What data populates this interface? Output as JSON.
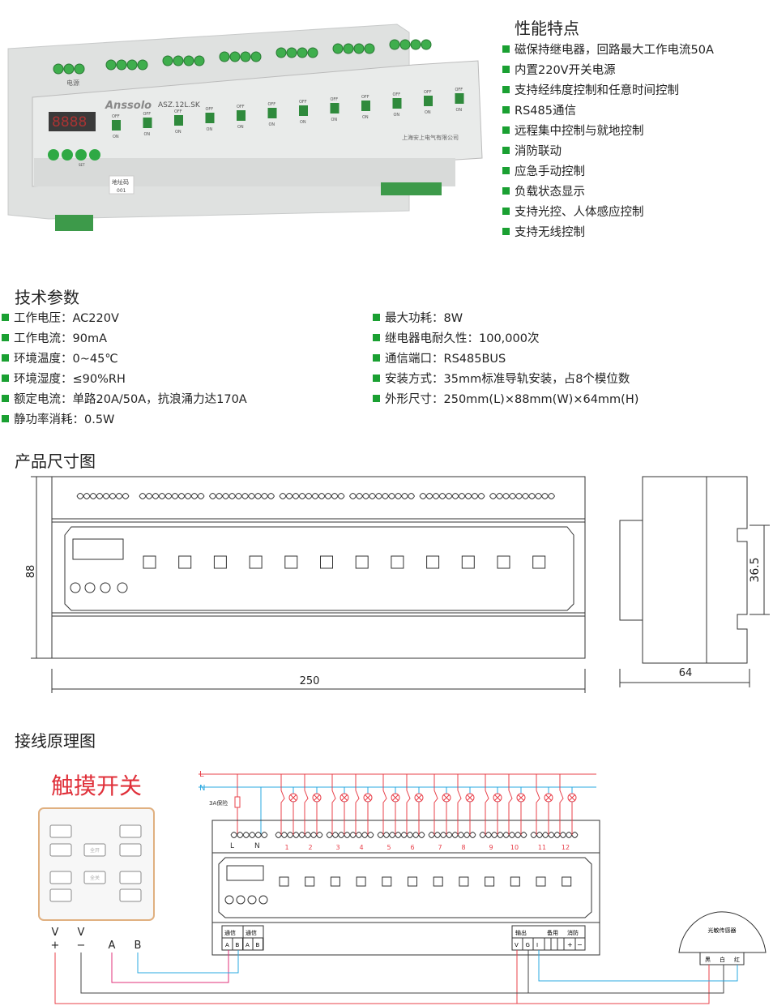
{
  "product": {
    "brand": "Anssolo",
    "model": "ASZ.12L.SK",
    "company": "上海安上电气有限公司",
    "address_label": "地址码",
    "address_value": "001",
    "power_label": "电源",
    "display": "8888",
    "off": "OFF",
    "on": "ON",
    "set": "SET"
  },
  "features": {
    "title": "性能特点",
    "items": [
      "磁保持继电器，回路最大工作电流50A",
      "内置220V开关电源",
      "支持经纬度控制和任意时间控制",
      "RS485通信",
      "远程集中控制与就地控制",
      "消防联动",
      "应急手动控制",
      "负载状态显示",
      "支持光控、人体感应控制",
      "支持无线控制"
    ]
  },
  "specs": {
    "title": "技术参数",
    "left": [
      "工作电压：AC220V",
      "工作电流：90mA",
      "环境温度：0~45℃",
      "环境湿度：≤90%RH",
      "额定电流：单路20A/50A，抗浪涌力达170A",
      "静功率消耗：0.5W"
    ],
    "right": [
      "最大功耗：8W",
      "继电器电耐久性：100,000次",
      "通信端口：RS485BUS",
      "安装方式：35mm标准导轨安装，占8个模位数",
      "外形尺寸：250mm(L)×88mm(W)×64mm(H)"
    ]
  },
  "dimensions": {
    "title": "产品尺寸图",
    "height": "88",
    "width": "250",
    "depth": "64",
    "rail": "36.5"
  },
  "wiring": {
    "title": "接线原理图",
    "switch_title": "触摸开关",
    "L": "L",
    "N": "N",
    "fuse": "3A保险",
    "channels": [
      "1",
      "2",
      "3",
      "4",
      "5",
      "6",
      "7",
      "8",
      "9",
      "10",
      "11",
      "12"
    ],
    "panel_terms": [
      "V",
      "V",
      "+",
      "−",
      "A",
      "B"
    ],
    "panel_buttons": [
      "全开",
      "全关"
    ],
    "comm": [
      "通信",
      "通信"
    ],
    "comm_pins": [
      "A",
      "B",
      "A",
      "B"
    ],
    "output_label": "输出",
    "spare_label": "备用",
    "fire_label": "消防",
    "out_pins": [
      "V",
      "G",
      "I"
    ],
    "fire_pins": [
      "+",
      "−"
    ],
    "sensor": "光敏传感器",
    "sensor_pins": [
      "黑",
      "白",
      "红"
    ]
  },
  "colors": {
    "green": "#1aa032",
    "red": "#e8404a",
    "blue": "#2aa8e0",
    "magenta": "#e0307a"
  }
}
